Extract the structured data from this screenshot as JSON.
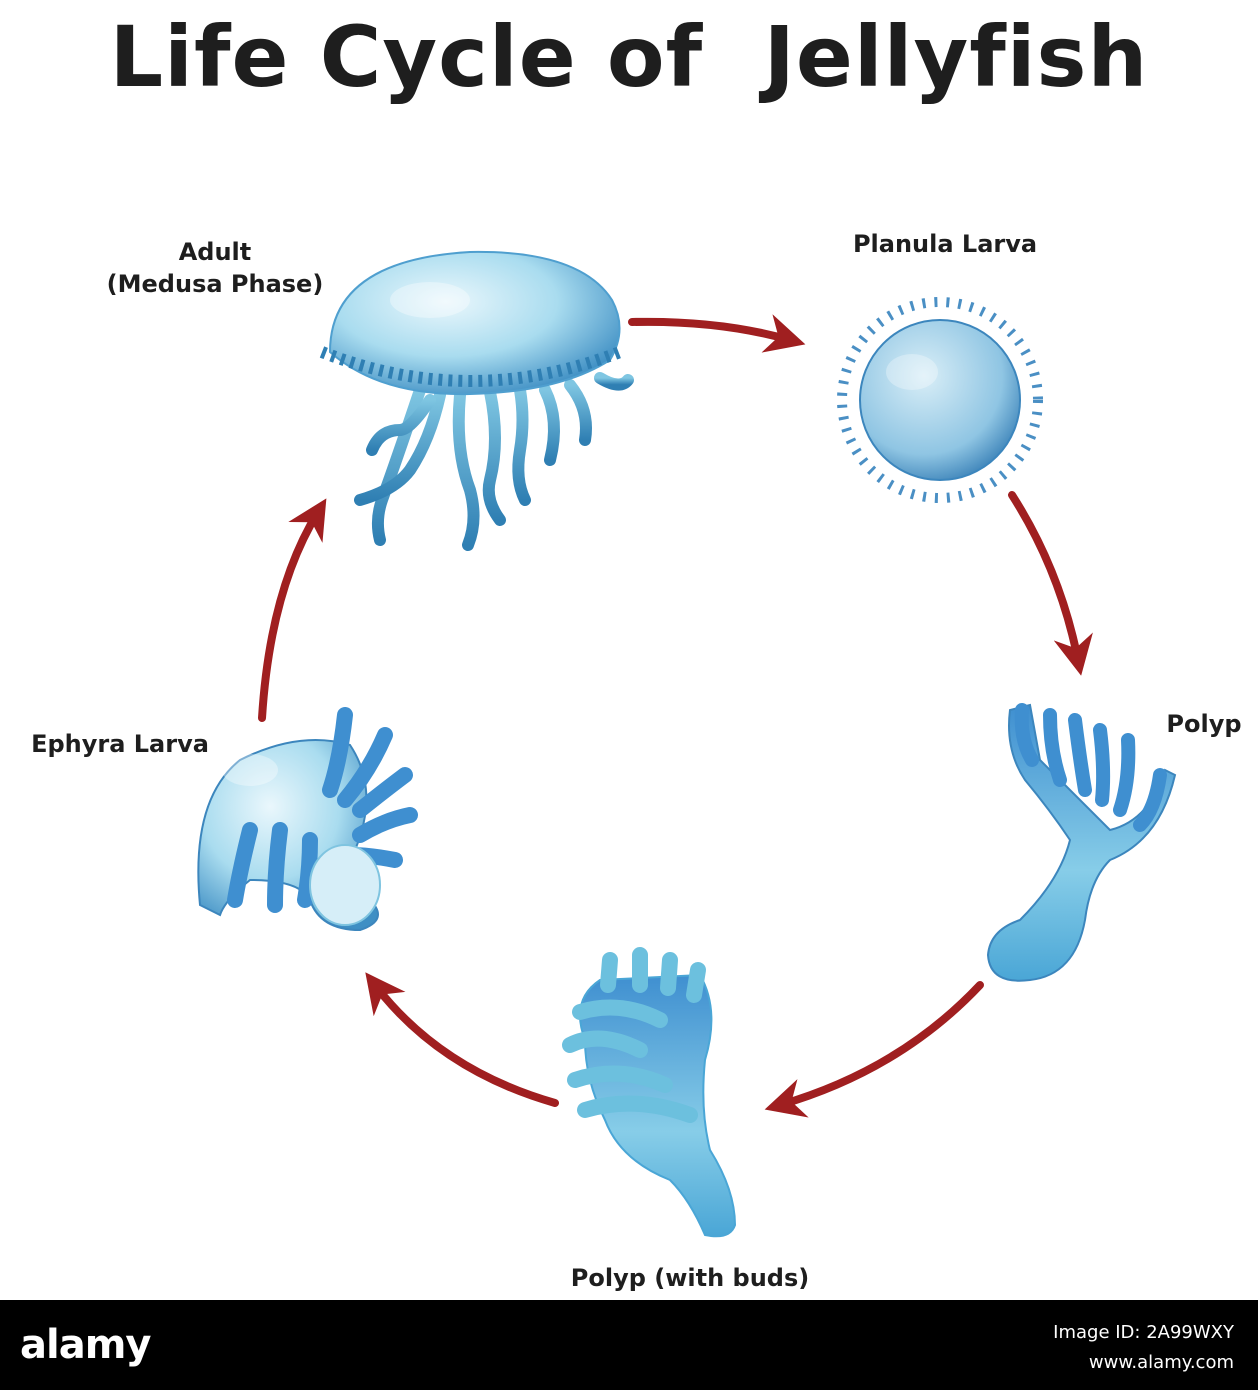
{
  "title": "Life Cycle of  Jellyfish",
  "colors": {
    "arrow": "#a01f20",
    "body_light": "#cbe9f5",
    "body_mid": "#7fc4e0",
    "body_dark": "#2f7fb3",
    "text": "#1e1e1e"
  },
  "stages": {
    "adult_line1": "Adult",
    "adult_line2": "(Medusa Phase)",
    "planula": "Planula Larva",
    "polyp": "Polyp",
    "polyp_buds": "Polyp (with buds)",
    "ephyra": "Ephyra Larva"
  },
  "footer": {
    "logo": "alamy",
    "image_id": "Image ID: 2A99WXY",
    "site": "www.alamy.com"
  }
}
